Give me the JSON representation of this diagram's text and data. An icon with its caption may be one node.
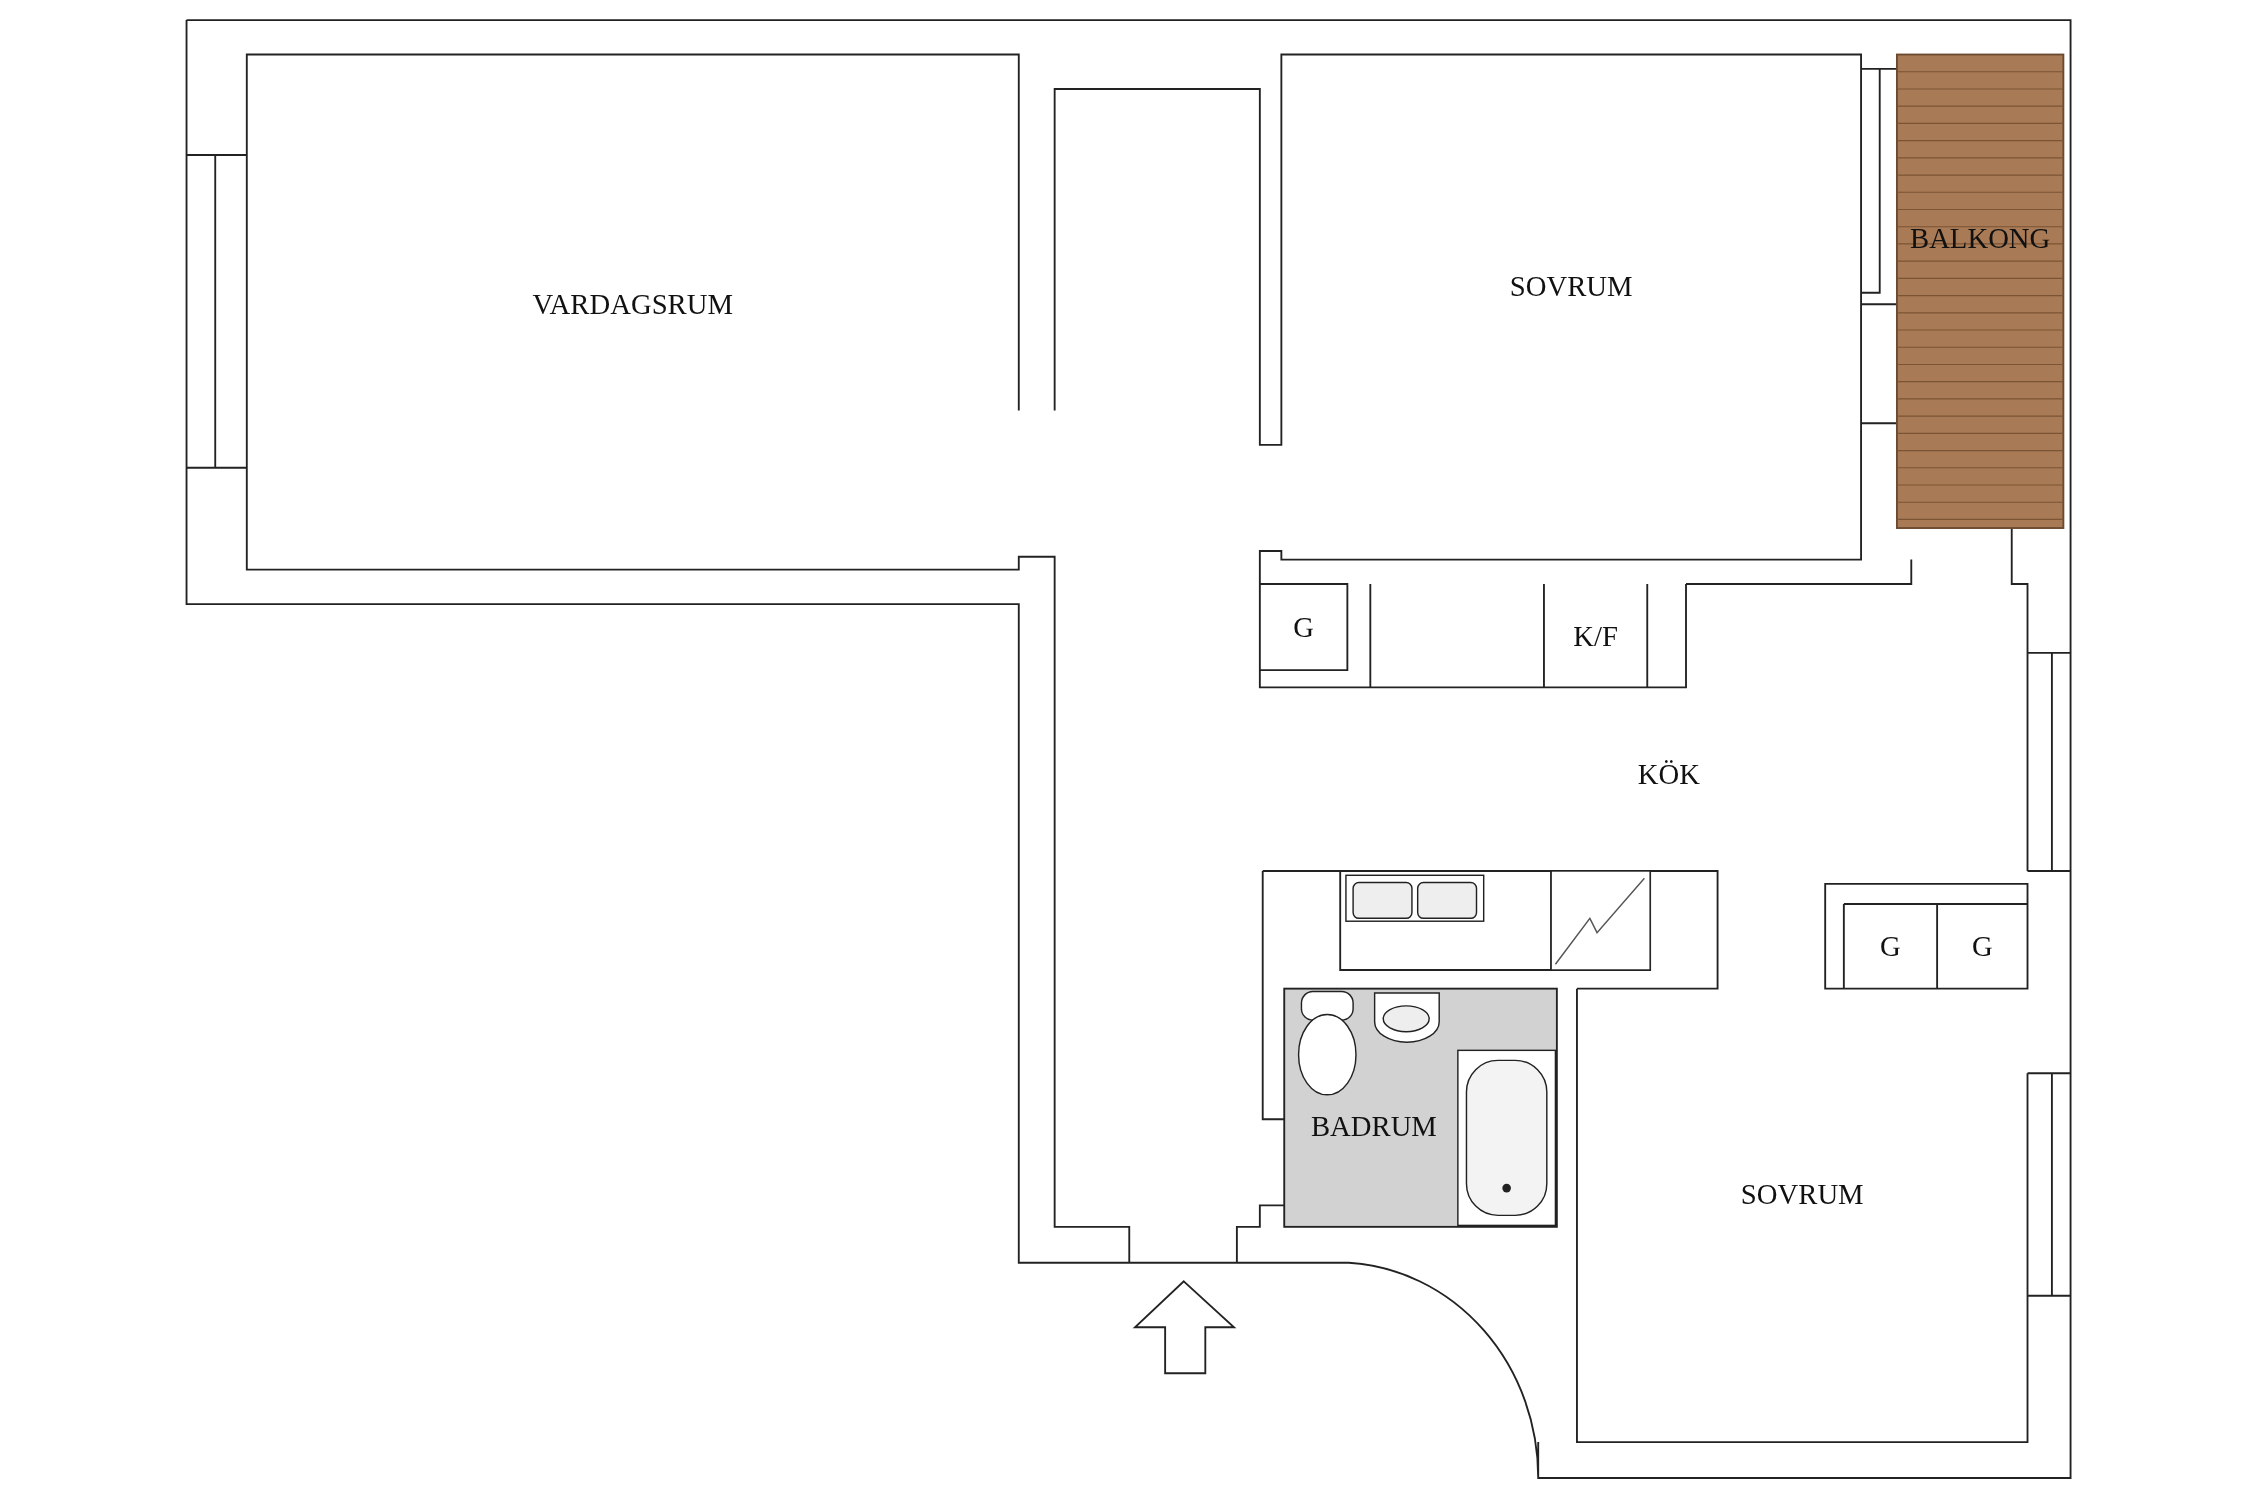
{
  "diagram": {
    "nodes": [
      {
        "text": [
          "VARDAGSRUM"
        ]
      },
      {
        "text": [
          "SOVRUM"
        ]
      },
      {
        "text": [
          "BALKONG"
        ]
      },
      {
        "text": [
          "G"
        ]
      },
      {
        "text": [
          "K/F"
        ]
      },
      {
        "text": [
          "G"
        ]
      },
      {
        "text": [
          "G"
        ]
      },
      {
        "text": [
          "BADRUM"
        ]
      },
      {
        "text": [
          "SOVRUM"
        ]
      }
    ],
    "labels": [
      "KÖK"
    ]
  }
}
